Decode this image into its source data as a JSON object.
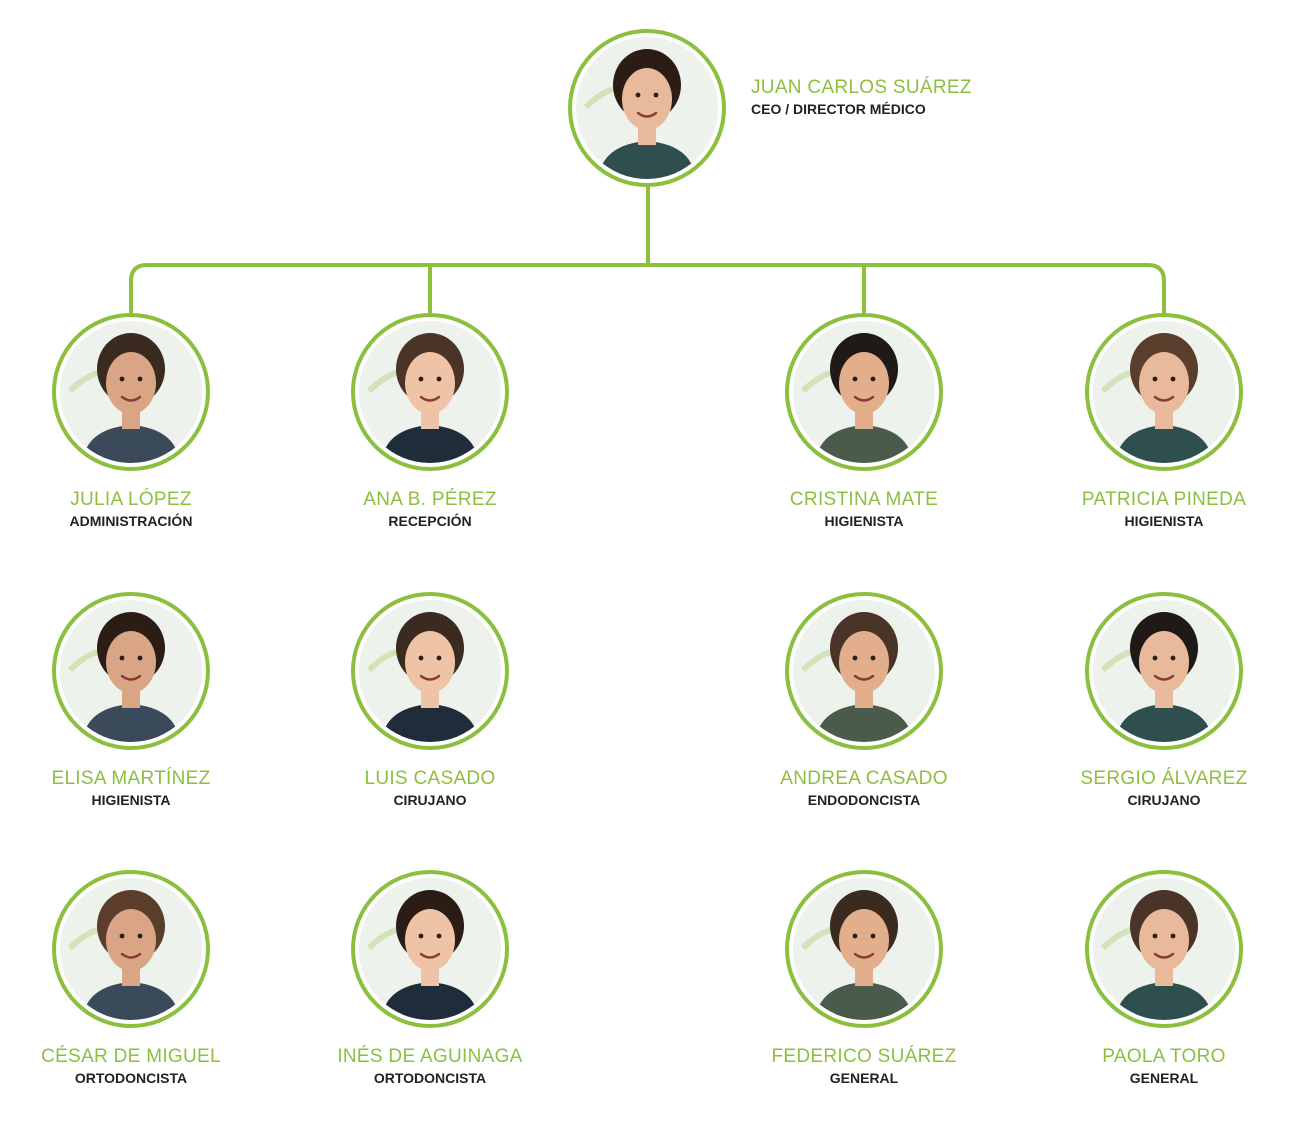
{
  "colors": {
    "accent": "#8dbf3f",
    "role_text": "#222222"
  },
  "ceo": {
    "name": "JUAN CARLOS SUÁREZ",
    "role": "CEO / DIRECTOR MÉDICO"
  },
  "staff": [
    {
      "name": "JULIA LÓPEZ",
      "role": "ADMINISTRACIÓN"
    },
    {
      "name": "ANA B. PÉREZ",
      "role": "RECEPCIÓN"
    },
    {
      "name": "CRISTINA MATE",
      "role": "HIGIENISTA"
    },
    {
      "name": "PATRICIA PINEDA",
      "role": "HIGIENISTA"
    },
    {
      "name": "ELISA MARTÍNEZ",
      "role": "HIGIENISTA"
    },
    {
      "name": "LUIS CASADO",
      "role": "CIRUJANO"
    },
    {
      "name": "ANDREA CASADO",
      "role": "ENDODONCISTA"
    },
    {
      "name": "SERGIO ÁLVAREZ",
      "role": "CIRUJANO"
    },
    {
      "name": "CÉSAR DE MIGUEL",
      "role": "ORTODONCISTA"
    },
    {
      "name": "INÉS DE AGUINAGA",
      "role": "ORTODONCISTA"
    },
    {
      "name": "FEDERICO SUÁREZ",
      "role": "GENERAL"
    },
    {
      "name": "PAOLA TORO",
      "role": "GENERAL"
    }
  ]
}
